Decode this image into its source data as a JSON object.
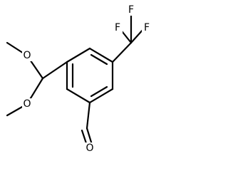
{
  "structure": {
    "atoms": {
      "methoxy_top_O": "O",
      "methoxy_bottom_O": "O",
      "aldehyde_O": "O",
      "fluorine_top": "F",
      "fluorine_left": "F",
      "fluorine_right": "F"
    }
  }
}
